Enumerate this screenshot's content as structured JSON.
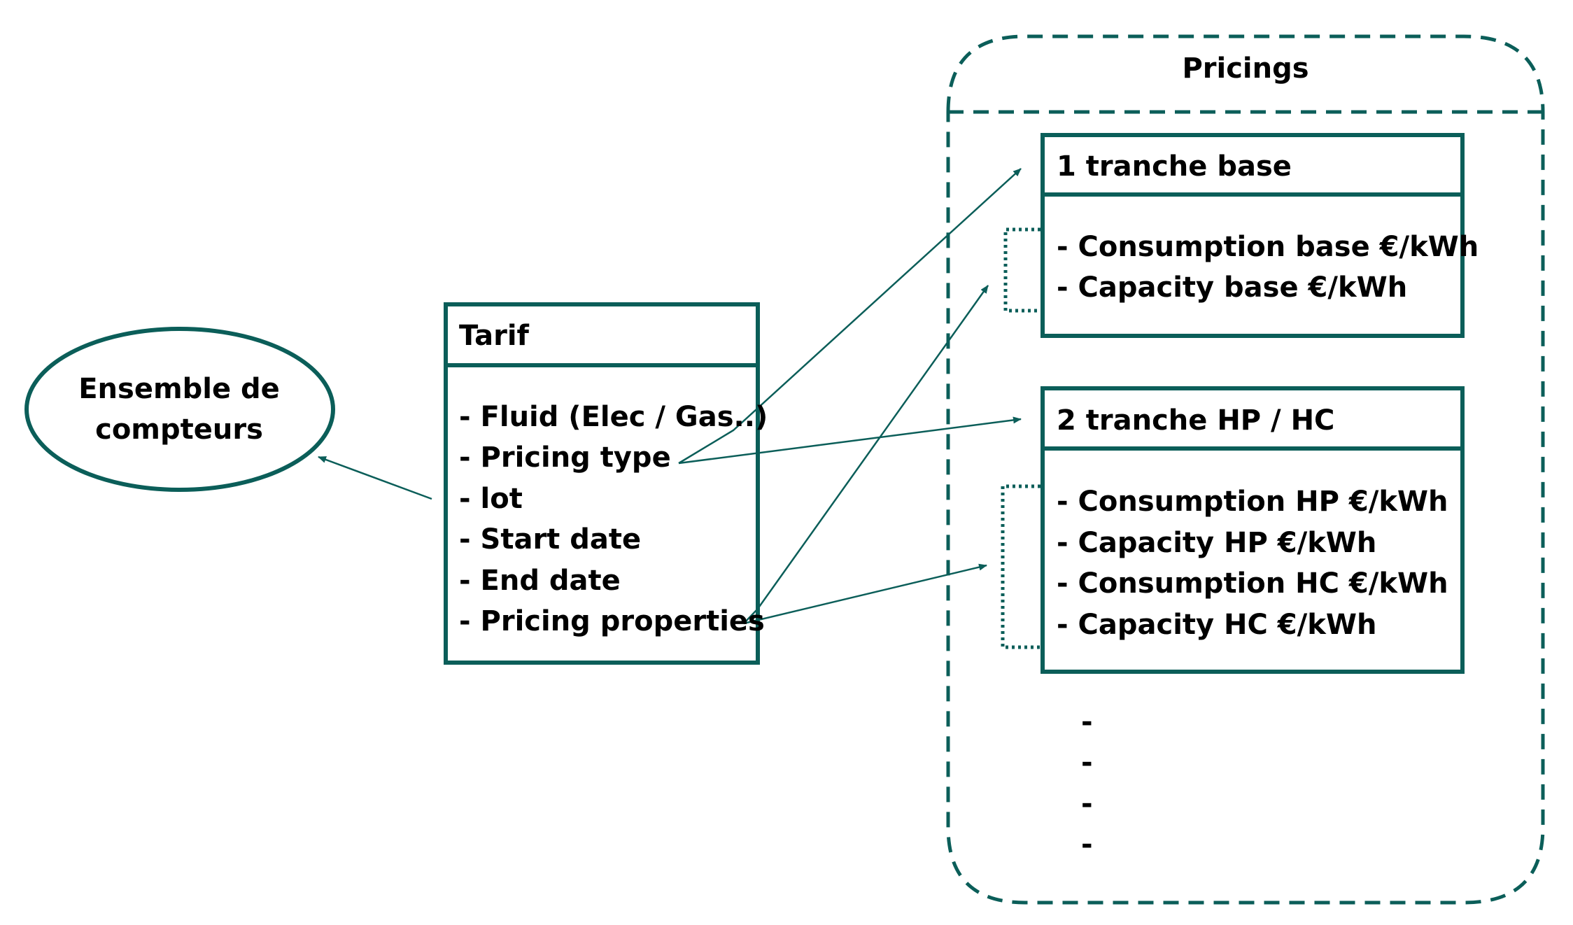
{
  "colors": {
    "stroke": "#0b5e59",
    "text": "#000000",
    "background": "#ffffff"
  },
  "ensemble": {
    "line1": "Ensemble de",
    "line2": "compteurs"
  },
  "tarif": {
    "title": "Tarif",
    "items": [
      "- Fluid (Elec / Gas..)",
      "- Pricing type",
      "- lot",
      "- Start date",
      "- End date",
      "- Pricing properties"
    ]
  },
  "pricings": {
    "title": "Pricings",
    "base": {
      "title": "1 tranche base",
      "items": [
        "- Consumption base €/kWh",
        "- Capacity base €/kWh"
      ]
    },
    "hphc": {
      "title": "2 tranche HP / HC",
      "items": [
        "- Consumption HP €/kWh",
        "- Capacity HP €/kWh",
        "- Consumption HC €/kWh",
        "- Capacity HC €/kWh"
      ]
    },
    "more": [
      "-",
      "-",
      "-",
      "-"
    ]
  }
}
